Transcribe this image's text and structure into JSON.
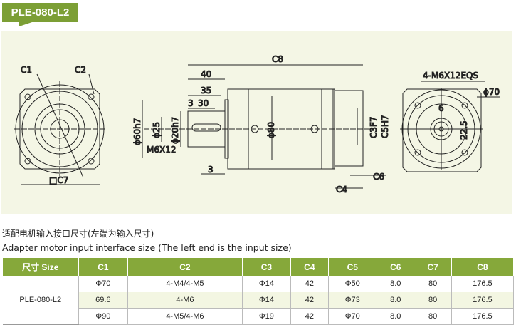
{
  "badge": "PLE-080-L2",
  "drawing": {
    "labels": {
      "c1": "C1",
      "c2": "C2",
      "c7": "□C7",
      "d40": "40",
      "d35": "35",
      "d3a": "3",
      "d30": "30",
      "phi60": "ϕ60h7",
      "phi25": "ϕ25",
      "phi20": "ϕ20h7",
      "m6": "M6X12",
      "d3b": "3",
      "c8": "C8",
      "phi80": "ϕ80",
      "c3": "C3F7",
      "c5": "C5H7",
      "c6": "C6",
      "c4": "C4",
      "holes": "4-M6X12EQS",
      "phi70": "ϕ70",
      "d6": "6",
      "d225": "22.5"
    }
  },
  "caption_cn": "适配电机输入接口尺寸(左端为输入尺寸)",
  "caption_en": "Adapter motor input interface size (The left end is the input size)",
  "table": {
    "headers": [
      "尺寸 Size",
      "C1",
      "C2",
      "C3",
      "C4",
      "C5",
      "C6",
      "C7",
      "C8"
    ],
    "size": "PLE-080-L2",
    "rows": [
      [
        "Φ70",
        "4-M4/4-M5",
        "Φ14",
        "42",
        "Φ50",
        "8.0",
        "80",
        "176.5"
      ],
      [
        "69.6",
        "4-M6",
        "Φ14",
        "42",
        "Φ73",
        "8.0",
        "80",
        "176.5"
      ],
      [
        "Φ90",
        "4-M5/4-M6",
        "Φ19",
        "42",
        "Φ70",
        "8.0",
        "80",
        "176.5"
      ]
    ]
  }
}
